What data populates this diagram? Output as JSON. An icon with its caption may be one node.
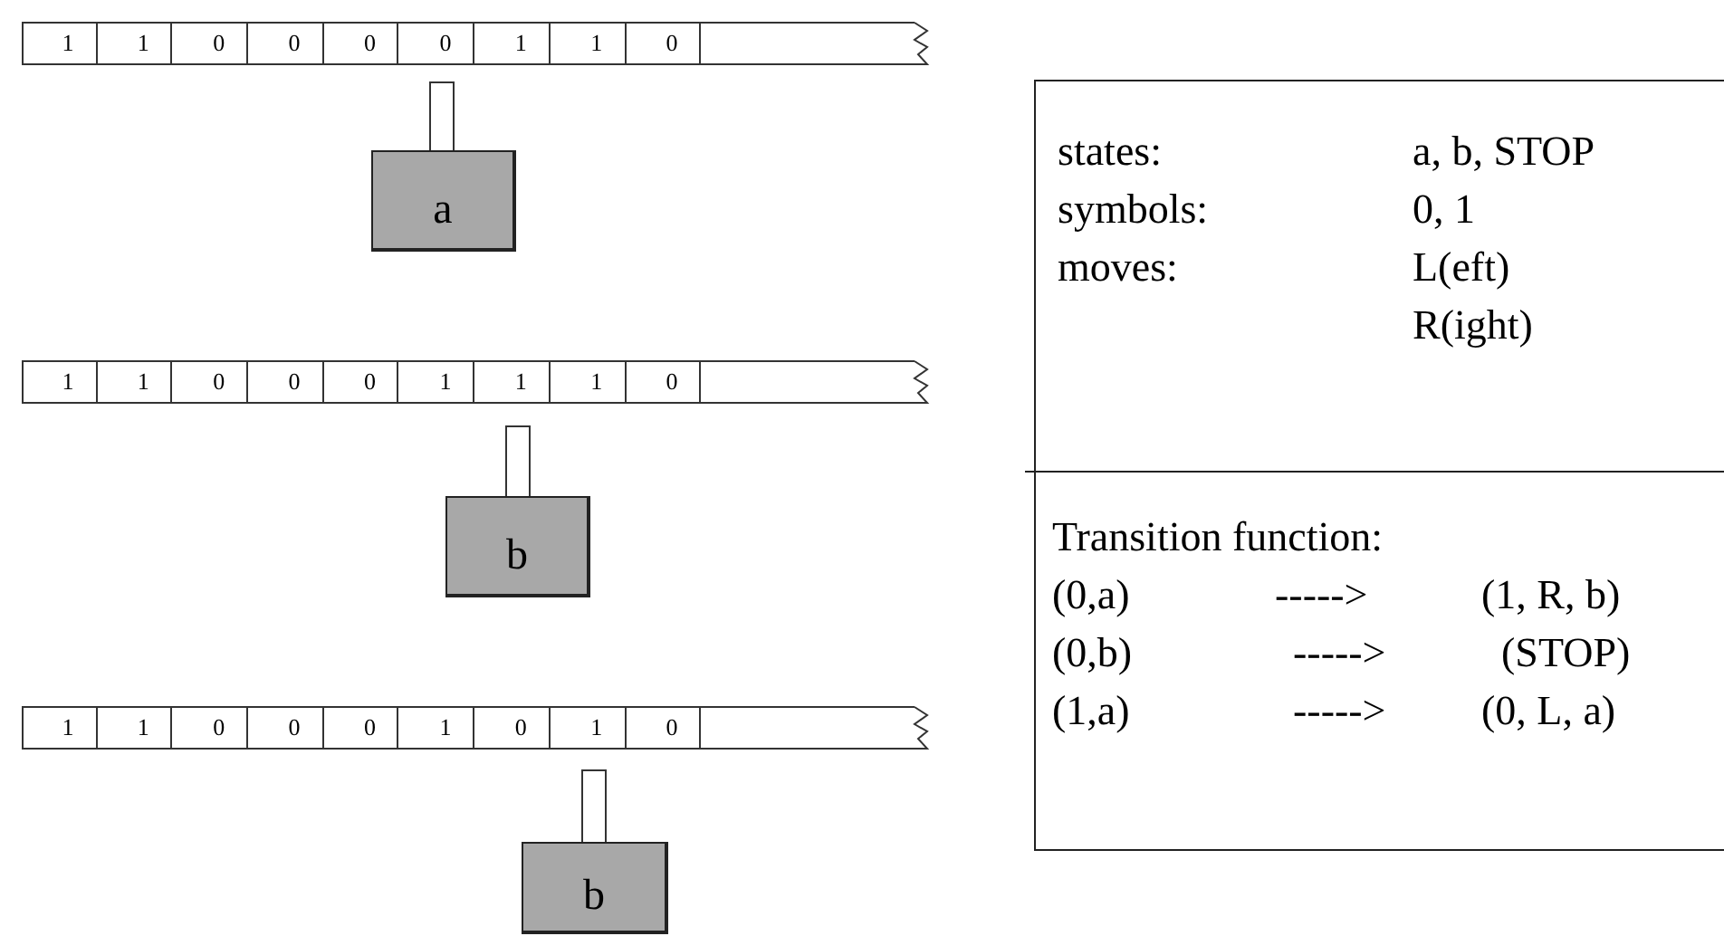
{
  "diagram": {
    "nodes": [
      {
        "text": [],
        "shape": "bar"
      },
      {
        "text": [
          "1"
        ],
        "in": 0
      },
      {
        "text": [
          "1"
        ],
        "in": 0
      },
      {
        "text": [
          "0"
        ],
        "in": 0
      },
      {
        "text": [
          "0"
        ],
        "in": 0
      },
      {
        "text": [
          "0"
        ],
        "in": 0
      },
      {
        "text": [
          "0"
        ],
        "in": 0
      },
      {
        "text": [
          "1"
        ],
        "in": 0
      },
      {
        "text": [
          "1"
        ],
        "in": 0
      },
      {
        "text": [
          "0"
        ],
        "in": 0
      },
      {
        "text": [
          "a"
        ]
      },
      {
        "text": [],
        "shape": "bar"
      },
      {
        "text": [
          "1"
        ],
        "in": 11
      },
      {
        "text": [
          "1"
        ],
        "in": 11
      },
      {
        "text": [
          "0"
        ],
        "in": 11
      },
      {
        "text": [
          "0"
        ],
        "in": 11
      },
      {
        "text": [
          "0"
        ],
        "in": 11
      },
      {
        "text": [
          "1"
        ],
        "in": 11
      },
      {
        "text": [
          "1"
        ],
        "in": 11
      },
      {
        "text": [
          "1"
        ],
        "in": 11
      },
      {
        "text": [
          "0"
        ],
        "in": 11
      },
      {
        "text": [
          "b"
        ]
      },
      {
        "text": [],
        "shape": "bar"
      },
      {
        "text": [
          "1"
        ],
        "in": 22
      },
      {
        "text": [
          "1"
        ],
        "in": 22
      },
      {
        "text": [
          "0"
        ],
        "in": 22
      },
      {
        "text": [
          "0"
        ],
        "in": 22
      },
      {
        "text": [
          "0"
        ],
        "in": 22
      },
      {
        "text": [
          "1"
        ],
        "in": 22
      },
      {
        "text": [
          "0"
        ],
        "in": 22
      },
      {
        "text": [
          "1"
        ],
        "in": 22
      },
      {
        "text": [
          "0"
        ],
        "in": 22
      },
      {
        "text": [
          "b"
        ]
      },
      {
        "text": [],
        "shape": "box"
      },
      {
        "text": [
          "states:",
          "a, b, STOP",
          "symbols:",
          "0, 1",
          "moves:",
          "L(eft)",
          "R(ight)"
        ],
        "in": 33
      },
      {
        "text": [
          "Transition function:",
          "(0,a)",
          "----->",
          "(1, R, b)",
          "(0,b)",
          "----->",
          "(STOP)",
          "(1,a)",
          "----->",
          "(0, L, a)"
        ],
        "in": 33
      }
    ]
  }
}
